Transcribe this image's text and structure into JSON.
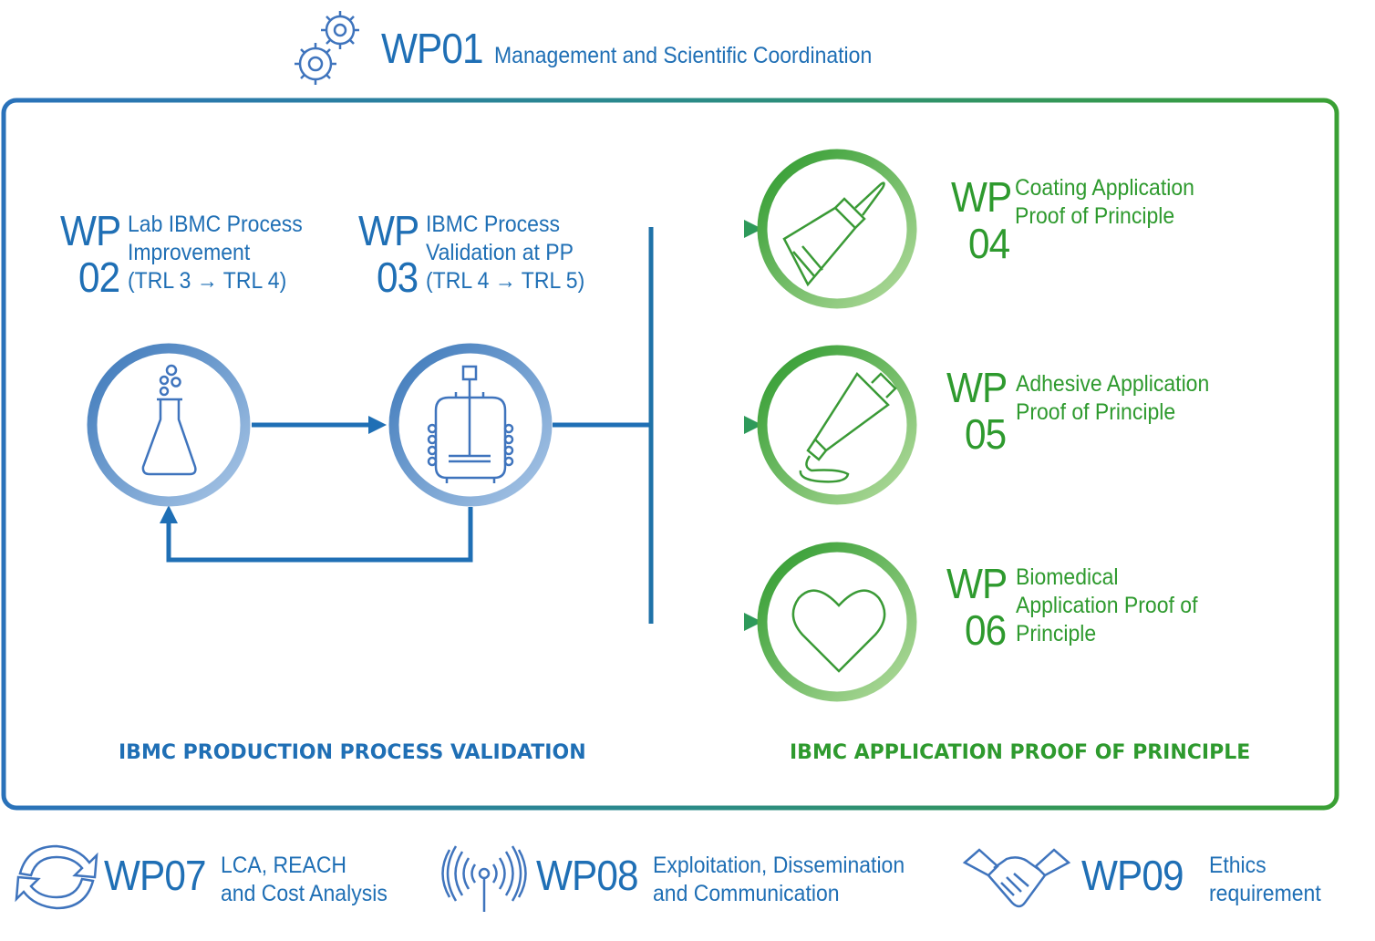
{
  "wp01": {
    "num": "WP01",
    "title": "Management and Scientific Coordination",
    "icon": "gears-icon"
  },
  "wp02": {
    "wp": "WP",
    "num": "02",
    "lines": [
      "Lab IBMC Process",
      "Improvement",
      "(TRL 3 → TRL 4)"
    ],
    "icon": "flask-icon"
  },
  "wp03": {
    "wp": "WP",
    "num": "03",
    "lines": [
      "IBMC Process",
      "Validation at PP",
      "(TRL 4 → TRL 5)"
    ],
    "icon": "reactor-icon"
  },
  "wp04": {
    "wp": "WP",
    "num": "04",
    "lines": [
      "Coating Application",
      "Proof of Principle"
    ],
    "icon": "paintbrush-icon"
  },
  "wp05": {
    "wp": "WP",
    "num": "05",
    "lines": [
      "Adhesive Application",
      "Proof of Principle"
    ],
    "icon": "adhesive-tube-icon"
  },
  "wp06": {
    "wp": "WP",
    "num": "06",
    "lines": [
      "Biomedical",
      "Application Proof of",
      "Principle"
    ],
    "icon": "heart-icon"
  },
  "sections": {
    "left": "IBMC PRODUCTION PROCESS VALIDATION",
    "right": "IBMC APPLICATION PROOF OF PRINCIPLE"
  },
  "wp07": {
    "num": "WP07",
    "lines": [
      "LCA, REACH",
      "and Cost Analysis"
    ],
    "icon": "recycle-arrows-icon"
  },
  "wp08": {
    "num": "WP08",
    "lines": [
      "Exploitation, Dissemination",
      "and Communication"
    ],
    "icon": "broadcast-antenna-icon"
  },
  "wp09": {
    "num": "WP09",
    "lines": [
      "Ethics",
      "requirement"
    ],
    "icon": "handshake-icon"
  },
  "colors": {
    "blue": "#1f6fb5",
    "green": "#2e9a2e",
    "light_blue": "#9dbde3",
    "light_green": "#a6d68e"
  }
}
